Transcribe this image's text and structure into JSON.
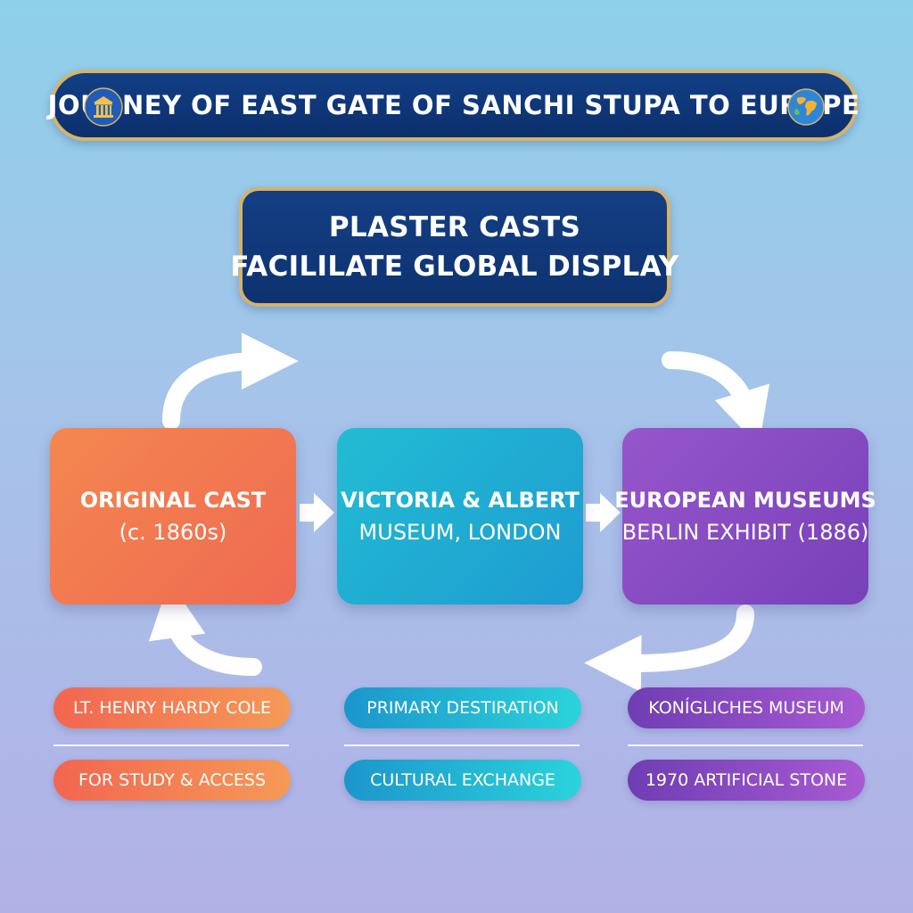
{
  "title": "JOURNEY OF EAST GATE OF SANCHI STUPA TO EUROPE",
  "icons": {
    "left": "museum-icon",
    "right": "globe-icon"
  },
  "subtitle": {
    "line1": "PLASTER CASTS",
    "line2": "FACILILATE GLOBAL DISPLAY"
  },
  "nodes": [
    {
      "title": "ORIGINAL CAST",
      "sub": "(c. 1860s)"
    },
    {
      "title": "VICTORIA & ALBERT",
      "sub": "MUSEUM, LONDON"
    },
    {
      "title": "EUROPEAN MUSEUMS",
      "sub": "BERLIN EXHIBIT (1886)"
    }
  ],
  "labels": {
    "row1": [
      "LT. HENRY HARDY COLE",
      "PRIMARY DESTIRATION",
      "KONÍGLICHES MUSEUM"
    ],
    "row2": [
      "FOR STUDY & ACCESS",
      "CULTURAL EXCHANGE",
      "1970 ARTIFICIAL STONE"
    ]
  },
  "colors": {
    "banner": "#0c2f6c",
    "gold": "#d7b366",
    "orange": "#f26650",
    "teal": "#1e9cd2",
    "purple": "#7840b8"
  }
}
